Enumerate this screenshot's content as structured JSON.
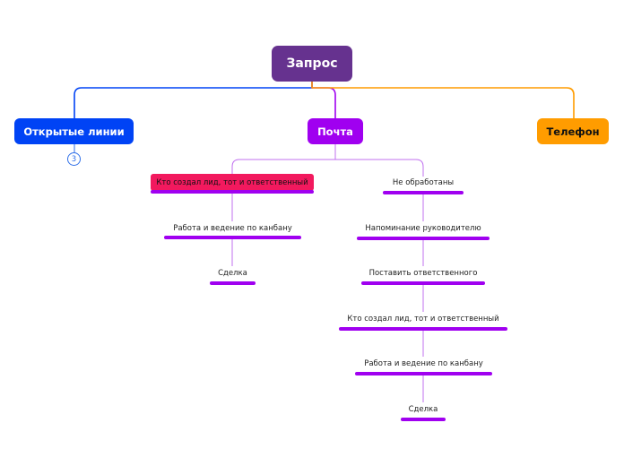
{
  "root": {
    "label": "Запрос",
    "color": "#66328f"
  },
  "branches": [
    {
      "label": "Открытые линии",
      "color": "#0043f5",
      "collapsed_count": "3"
    },
    {
      "label": "Почта",
      "color": "#a000f0"
    },
    {
      "label": "Телефон",
      "color": "#ff9c00"
    }
  ],
  "mail_left": [
    {
      "label": "Кто создал лид, тот и ответственный",
      "selected": true
    },
    {
      "label": "Работа и ведение по канбану"
    },
    {
      "label": "Сделка"
    }
  ],
  "mail_right": [
    {
      "label": "Не обработаны"
    },
    {
      "label": "Напоминание руководителю"
    },
    {
      "label": "Поставить ответственного"
    },
    {
      "label": "Кто создал лид, тот и ответственный"
    },
    {
      "label": "Работа и ведение по канбану"
    },
    {
      "label": "Сделка"
    }
  ],
  "colors": {
    "selected": "#f2195e",
    "underline": "#a000f0"
  }
}
